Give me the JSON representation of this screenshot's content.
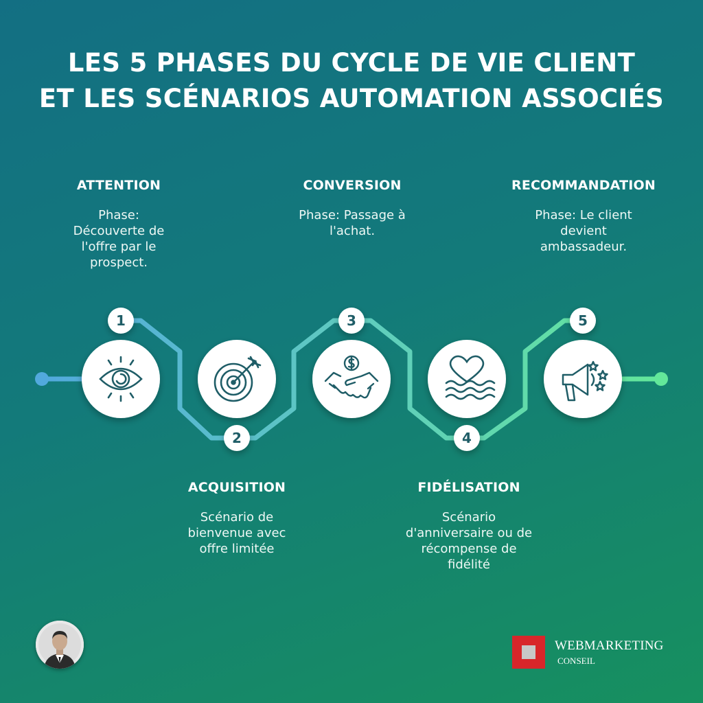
{
  "title": {
    "line1": "LES 5 PHASES DU CYCLE DE VIE CLIENT",
    "line2": "ET LES SCÉNARIOS AUTOMATION ASSOCIÉS"
  },
  "steps": [
    {
      "number": "1",
      "heading": "ATTENTION",
      "text": "Phase: Découverte de l'offre par le prospect.",
      "icon": "eye-icon"
    },
    {
      "number": "2",
      "heading": "ACQUISITION",
      "text": "Scénario de bienvenue avec offre limitée",
      "icon": "target-arrow-icon"
    },
    {
      "number": "3",
      "heading": "CONVERSION",
      "text": "Phase: Passage à l'achat.",
      "icon": "handshake-dollar-icon"
    },
    {
      "number": "4",
      "heading": "FIDÉLISATION",
      "text": "Scénario d'anniversaire ou de récompense de fidélité",
      "icon": "heart-waves-icon"
    },
    {
      "number": "5",
      "heading": "RECOMMANDATION",
      "text": "Phase: Le client devient ambassadeur.",
      "icon": "megaphone-stars-icon"
    }
  ],
  "footer": {
    "brand_name": "WEBMARKETING",
    "brand_sub": "CONSEIL",
    "avatar_icon": "author-avatar-icon",
    "logo_icon": "brand-logo-icon"
  },
  "colors": {
    "line_blue": "#52a9dd",
    "line_teal": "#5fcbbf",
    "line_green": "#63e79a",
    "badge_text": "#1f5d67",
    "icon_stroke": "#1f5d67",
    "brand_red": "#d8262a"
  }
}
